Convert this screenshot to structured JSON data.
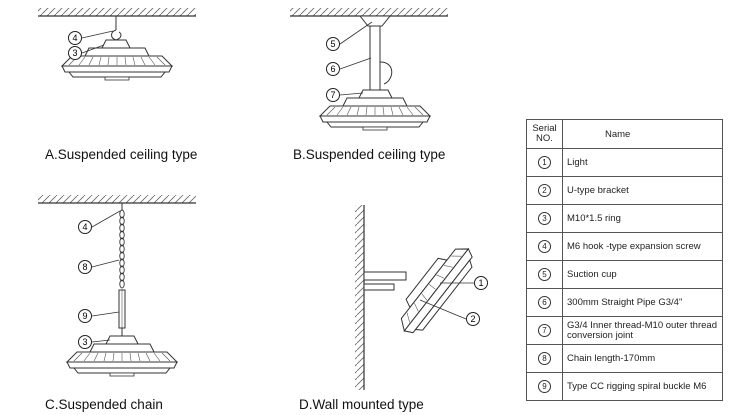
{
  "captions": {
    "a": "A.Suspended ceiling type",
    "b": "B.Suspended ceiling type",
    "c": "C.Suspended chain",
    "d": "D.Wall mounted type"
  },
  "callouts": {
    "a": [
      "4",
      "3"
    ],
    "b": [
      "5",
      "6",
      "7"
    ],
    "c": [
      "4",
      "8",
      "9",
      "3"
    ],
    "d": [
      "1",
      "2"
    ]
  },
  "table": {
    "header_serial_line1": "Serial",
    "header_serial_line2": "NO.",
    "header_name": "Name",
    "rows": [
      {
        "no": "1",
        "name": "Light"
      },
      {
        "no": "2",
        "name": "U-type bracket"
      },
      {
        "no": "3",
        "name": "M10*1.5 ring"
      },
      {
        "no": "4",
        "name": "M6 hook -type expansion screw"
      },
      {
        "no": "5",
        "name": "Suction cup"
      },
      {
        "no": "6",
        "name": "300mm Straight Pipe G3/4\""
      },
      {
        "no": "7",
        "name": "G3/4 Inner thread-M10 outer thread conversion joint"
      },
      {
        "no": "8",
        "name": "Chain length-170mm"
      },
      {
        "no": "9",
        "name": "Type CC rigging spiral buckle M6"
      }
    ]
  }
}
